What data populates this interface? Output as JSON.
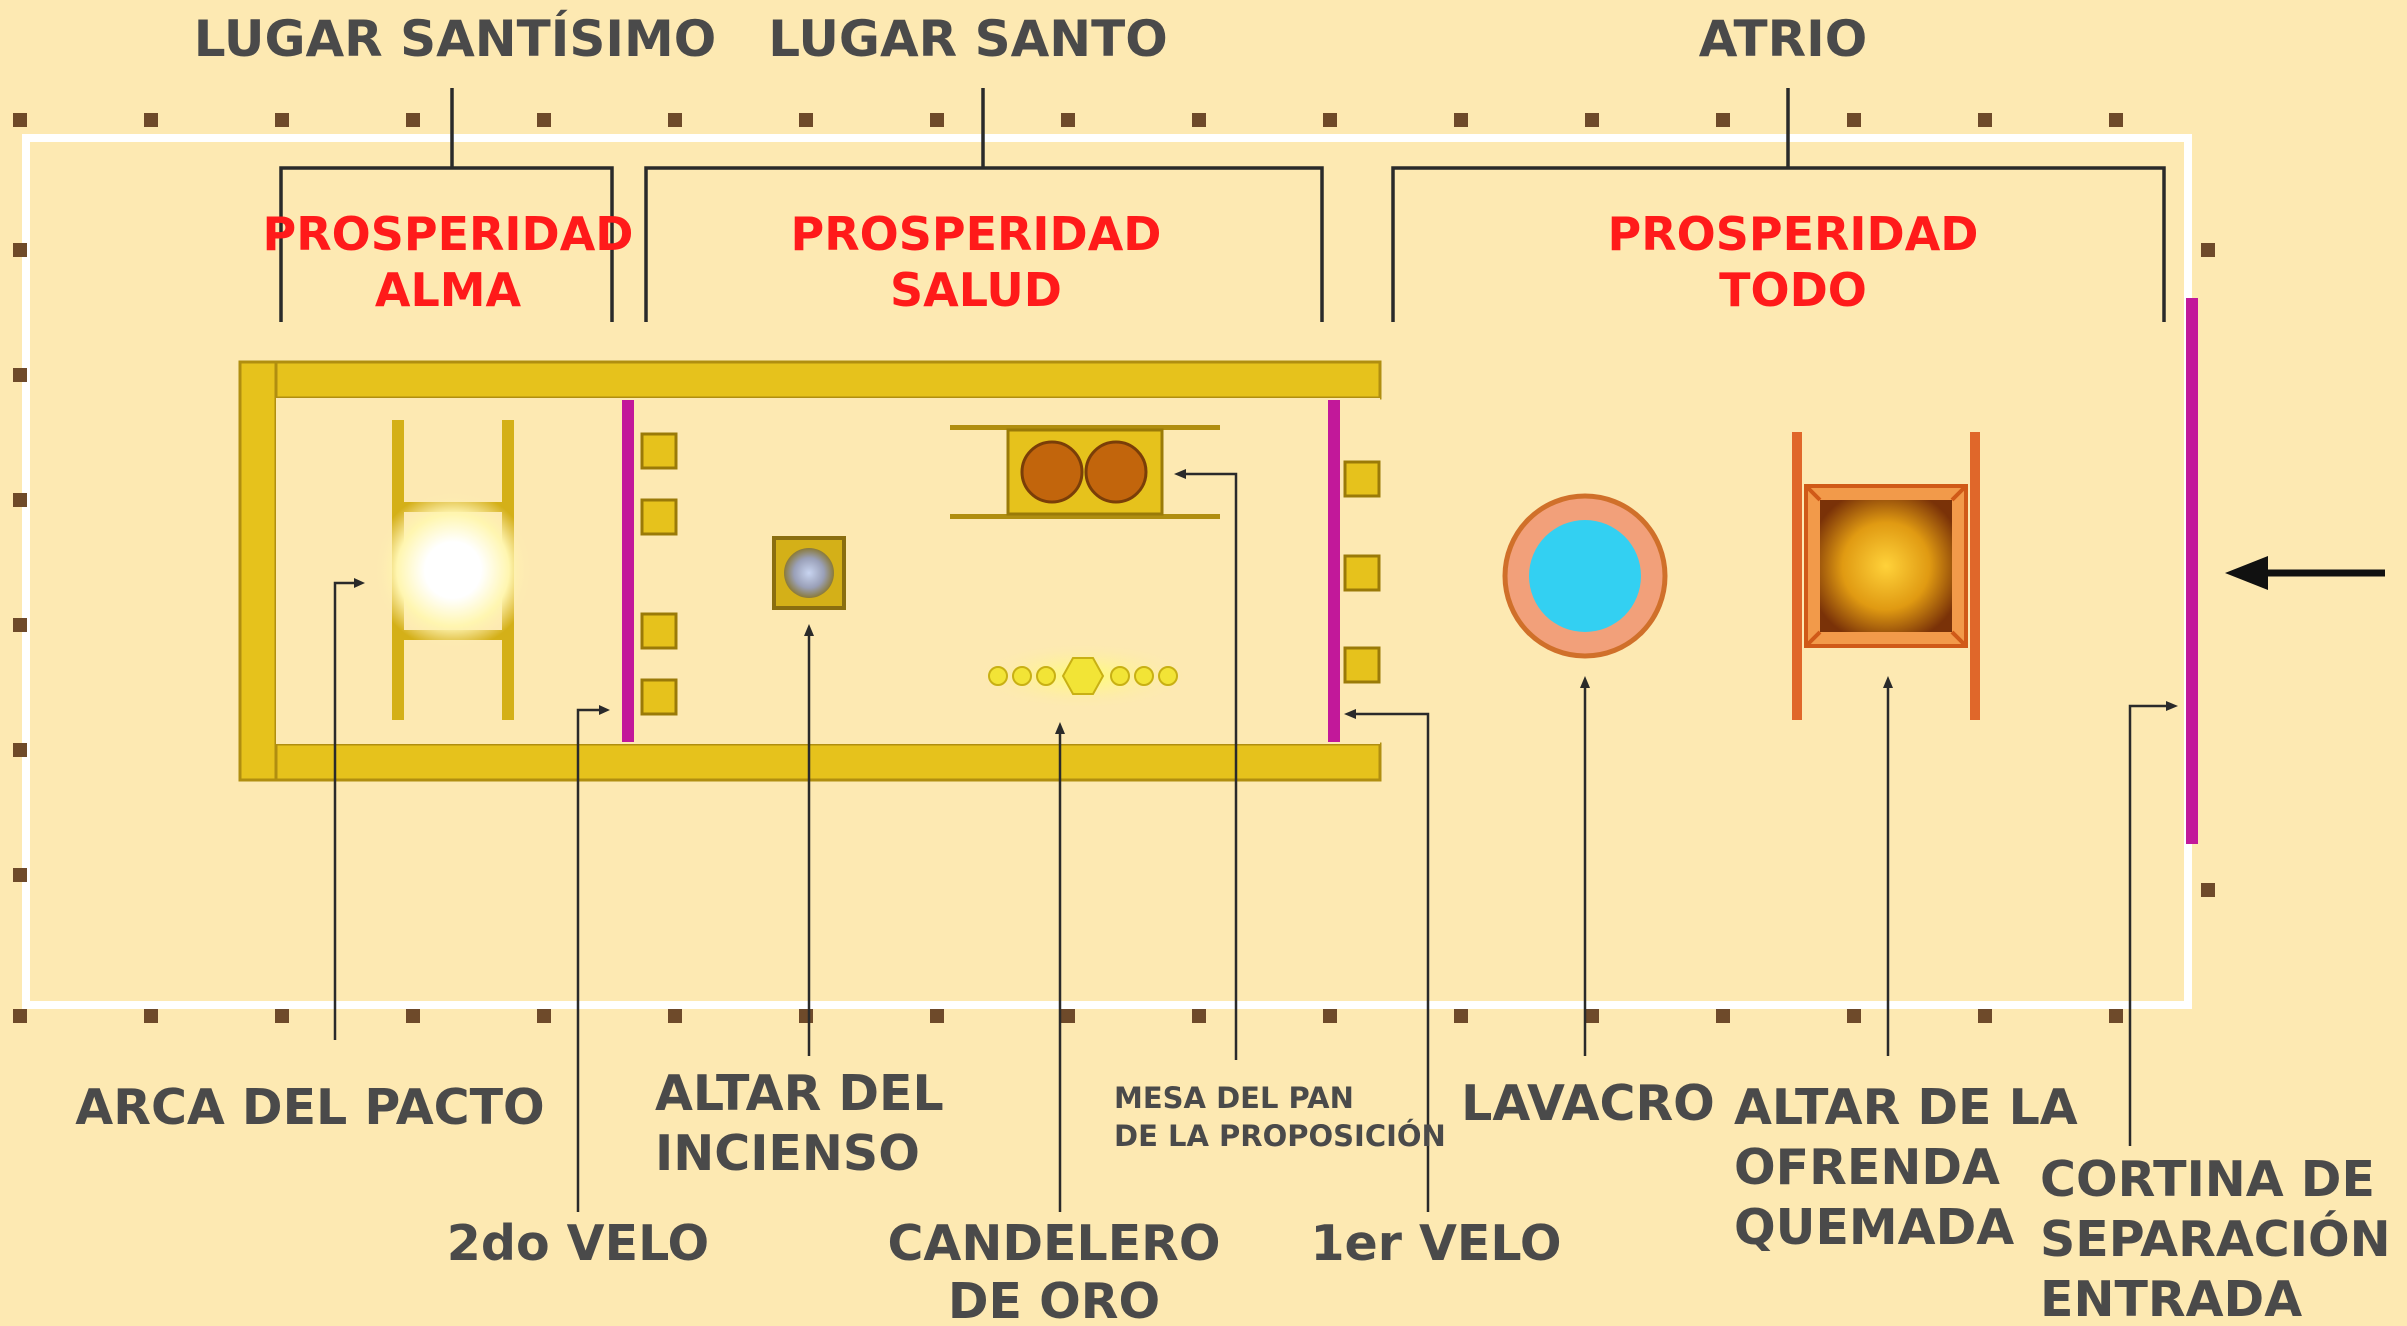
{
  "headers": {
    "holy_of_holies": "LUGAR SANTÍSIMO",
    "holy_place": "LUGAR SANTO",
    "court": "ATRIO"
  },
  "prosperity": {
    "left_line1": "PROSPERIDAD",
    "left_line2": "ALMA",
    "middle_line1": "PROSPERIDAD",
    "middle_line2": "SALUD",
    "right_line1": "PROSPERIDAD",
    "right_line2": "TODO"
  },
  "labels": {
    "ark": "ARCA DEL PACTO",
    "second_veil": "2do VELO",
    "incense_altar_line1": "ALTAR DEL",
    "incense_altar_line2": "INCIENSO",
    "candlestick_line1": "CANDELERO",
    "candlestick_line2": "DE ORO",
    "showbread_line1": "MESA DEL PAN",
    "showbread_line2": "DE LA PROPOSICIÓN",
    "first_veil": "1er VELO",
    "laver": "LAVACRO",
    "burnt_altar_line1": "ALTAR DE LA",
    "burnt_altar_line2": "OFRENDA",
    "burnt_altar_line3": "QUEMADA",
    "curtain_line1": "CORTINA DE",
    "curtain_line2": "SEPARACIÓN",
    "curtain_line3": "ENTRADA"
  },
  "colors": {
    "background": "#fde9b2",
    "tabernacle_gold": "#e6c21c",
    "veil_magenta": "#c2189a",
    "prosperity_red": "#ff1a1a",
    "label_gray": "#4a4a4a",
    "laver_blue": "#33d0f2",
    "altar_orange": "#e0672a"
  }
}
